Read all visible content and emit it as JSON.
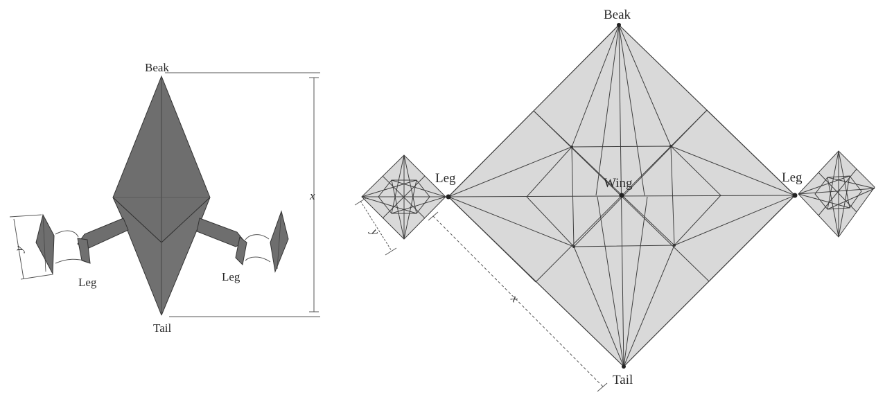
{
  "colors": {
    "background": "#ffffff",
    "model_fill": "#6e6e6e",
    "model_stroke": "#333333",
    "paper_fill": "#d9d9d9",
    "crease": "#3e3e3e"
  },
  "folded_model": {
    "beak_label": "Beak",
    "tail_label": "Tail",
    "left_leg_label": "Leg",
    "right_leg_label": "Leg",
    "height_var": "x",
    "flap_var": "y"
  },
  "crease_pattern": {
    "beak_label": "Beak",
    "tail_label": "Tail",
    "center_label": "Wing",
    "left_leg_label": "Leg",
    "right_leg_label": "Leg",
    "edge_var": "x",
    "small_edge_var": "y"
  }
}
